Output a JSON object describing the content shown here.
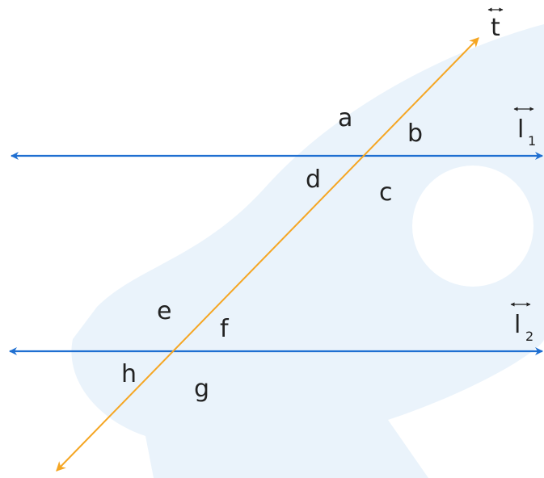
{
  "colors": {
    "parallel_line": "#1f6fd1",
    "transversal": "#f5a623",
    "watermark": "#eaf3fb",
    "text": "#222222"
  },
  "lines": {
    "transversal": {
      "name": "t"
    },
    "line1": {
      "name": "l",
      "subscript": "1"
    },
    "line2": {
      "name": "l",
      "subscript": "2"
    }
  },
  "angles": {
    "a": "a",
    "b": "b",
    "c": "c",
    "d": "d",
    "e": "e",
    "f": "f",
    "g": "g",
    "h": "h"
  }
}
